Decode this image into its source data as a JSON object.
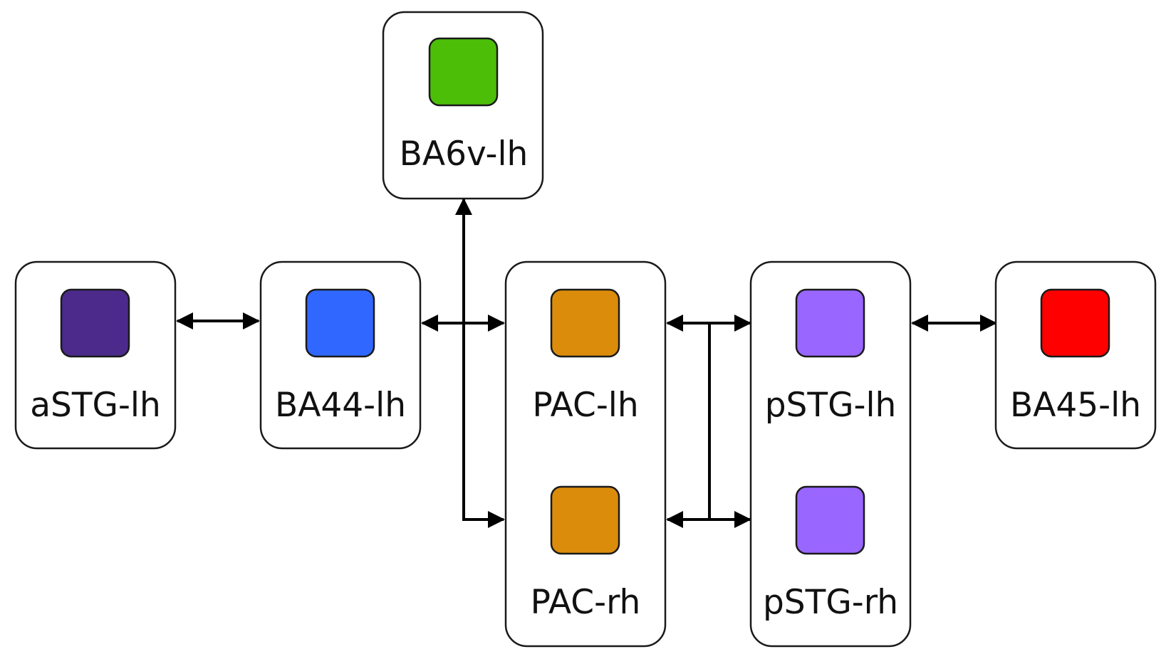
{
  "diagram": {
    "nodes": [
      {
        "id": "aSTG-lh",
        "label": "aSTG-lh",
        "color": "#4b2a8c"
      },
      {
        "id": "BA44-lh",
        "label": "BA44-lh",
        "color": "#3068ff"
      },
      {
        "id": "BA6v-lh",
        "label": "BA6v-lh",
        "color": "#4cbe08"
      },
      {
        "id": "PAC-lh",
        "label": "PAC-lh",
        "color": "#db8c0a"
      },
      {
        "id": "PAC-rh",
        "label": "PAC-rh",
        "color": "#db8c0a"
      },
      {
        "id": "pSTG-lh",
        "label": "pSTG-lh",
        "color": "#9966ff"
      },
      {
        "id": "pSTG-rh",
        "label": "pSTG-rh",
        "color": "#9966ff"
      },
      {
        "id": "BA45-lh",
        "label": "BA45-lh",
        "color": "#ff0000"
      }
    ],
    "connections": [
      {
        "from": "aSTG-lh",
        "to": "BA44-lh",
        "direction": "bidirectional"
      },
      {
        "from": "BA44-lh",
        "to": "PAC-lh",
        "direction": "bidirectional"
      },
      {
        "from": "BA44-lh",
        "to": "PAC-rh",
        "direction": "bidirectional"
      },
      {
        "from": "BA6v-lh",
        "to": "PAC-rh",
        "direction": "bidirectional"
      },
      {
        "from": "PAC-lh",
        "to": "pSTG-lh",
        "direction": "bidirectional"
      },
      {
        "from": "PAC-rh",
        "to": "pSTG-rh",
        "direction": "bidirectional"
      },
      {
        "from": "pSTG-lh",
        "to": "BA45-lh",
        "direction": "bidirectional"
      }
    ]
  }
}
